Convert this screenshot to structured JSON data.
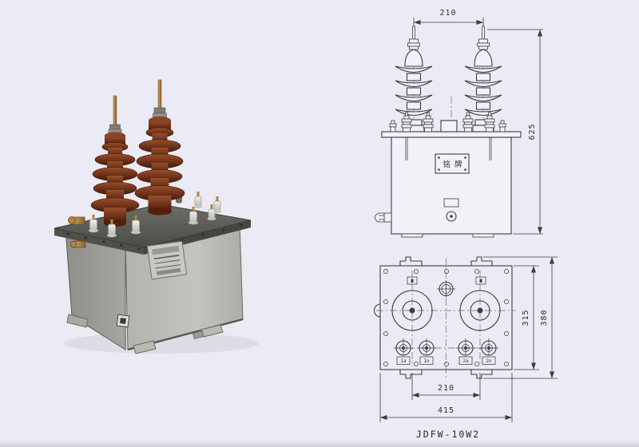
{
  "page": {
    "background_color": "#eaebf4",
    "line_color": "#3c3c44"
  },
  "photo": {
    "description": "product photograph of JDFW voltage transformer",
    "insulator_color": "#6e3118",
    "tank_color": "#a3a39f",
    "plate_color": "#5a5a55"
  },
  "drawing": {
    "model_label": "JDFW-10W2",
    "front_view": {
      "dim_terminal_spacing": "210",
      "dim_total_height": "625",
      "nameplate_text": "铭牌"
    },
    "top_view": {
      "dim_plate_depth": "315",
      "dim_overall_depth": "380",
      "dim_terminal_spacing": "210",
      "dim_overall_width": "415",
      "secondary_terminal_labels": [
        "1a",
        "1n",
        "2a",
        "2n"
      ]
    }
  }
}
